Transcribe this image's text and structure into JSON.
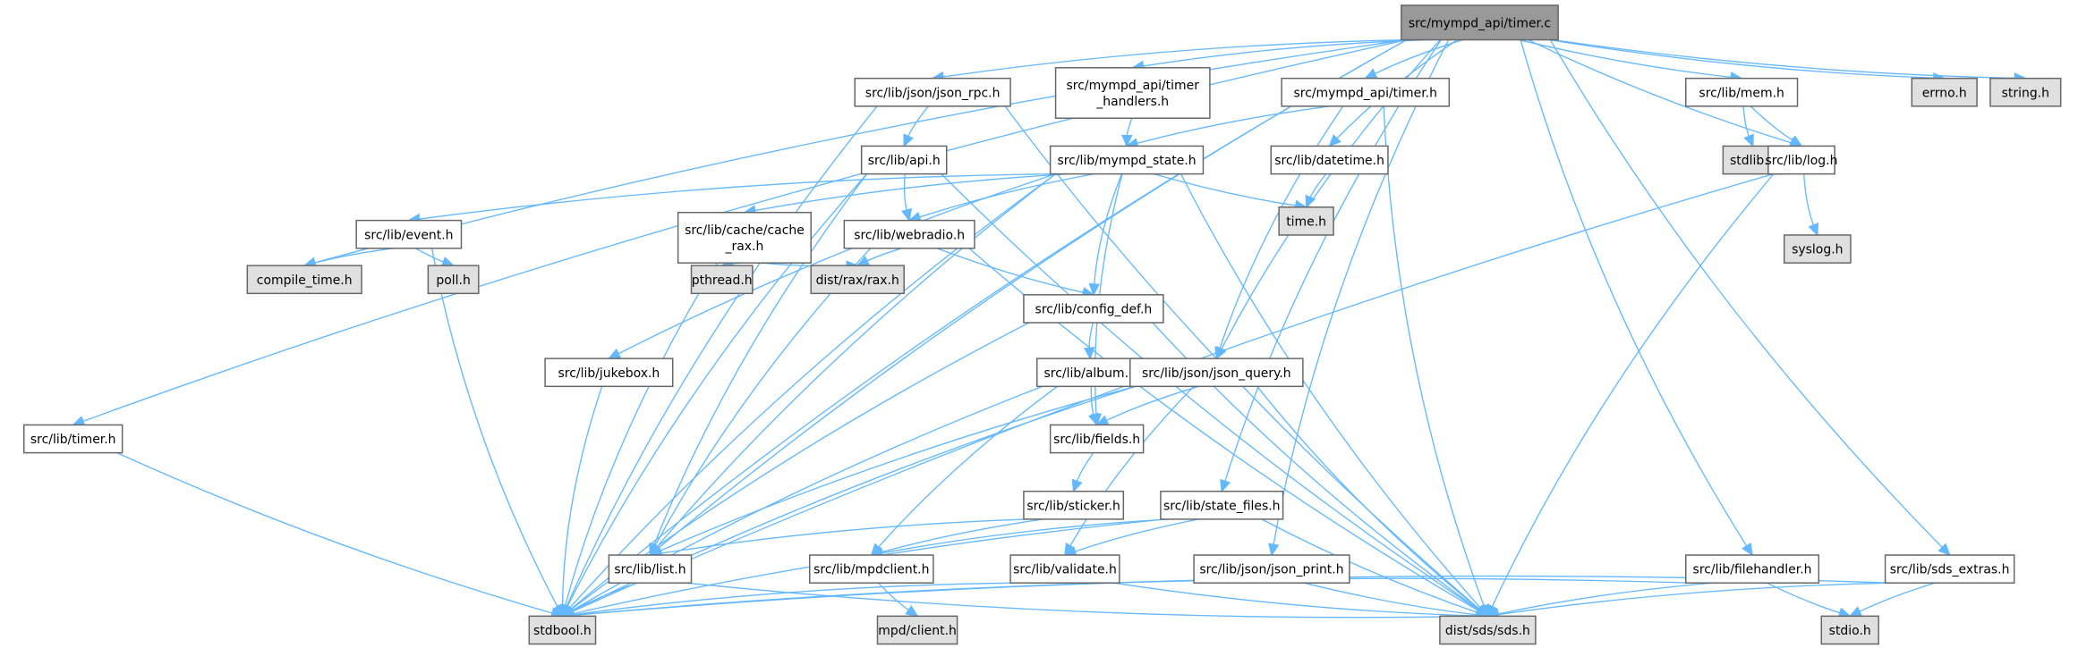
{
  "title": "src/mympd_api/timer.c",
  "colors": {
    "root_fill": "#999999",
    "internal_fill": "#ffffff",
    "system_fill": "#e0e0e0",
    "edge": "#63b8ff",
    "border": "#666666"
  },
  "nodes": [
    {
      "id": "timer_c",
      "label": "src/mympd_api/timer.c",
      "kind": "root"
    },
    {
      "id": "json_rpc",
      "label": "src/lib/json/json_rpc.h",
      "kind": "internal"
    },
    {
      "id": "timer_handlers",
      "label": "src/mympd_api/timer\n_handlers.h",
      "kind": "internal"
    },
    {
      "id": "timer_h",
      "label": "src/mympd_api/timer.h",
      "kind": "internal"
    },
    {
      "id": "mem",
      "label": "src/lib/mem.h",
      "kind": "internal"
    },
    {
      "id": "errno",
      "label": "errno.h",
      "kind": "system"
    },
    {
      "id": "string",
      "label": "string.h",
      "kind": "system"
    },
    {
      "id": "api",
      "label": "src/lib/api.h",
      "kind": "internal"
    },
    {
      "id": "mympd_state",
      "label": "src/lib/mympd_state.h",
      "kind": "internal"
    },
    {
      "id": "datetime",
      "label": "src/lib/datetime.h",
      "kind": "internal"
    },
    {
      "id": "stdlib",
      "label": "stdlib.h",
      "kind": "system"
    },
    {
      "id": "log",
      "label": "src/lib/log.h",
      "kind": "internal"
    },
    {
      "id": "event",
      "label": "src/lib/event.h",
      "kind": "internal"
    },
    {
      "id": "cache_rax",
      "label": "src/lib/cache/cache\n_rax.h",
      "kind": "internal"
    },
    {
      "id": "webradio",
      "label": "src/lib/webradio.h",
      "kind": "internal"
    },
    {
      "id": "time",
      "label": "time.h",
      "kind": "system"
    },
    {
      "id": "syslog",
      "label": "syslog.h",
      "kind": "system"
    },
    {
      "id": "compile_time",
      "label": "compile_time.h",
      "kind": "system"
    },
    {
      "id": "poll",
      "label": "poll.h",
      "kind": "system"
    },
    {
      "id": "pthread",
      "label": "pthread.h",
      "kind": "system"
    },
    {
      "id": "rax",
      "label": "dist/rax/rax.h",
      "kind": "system"
    },
    {
      "id": "config_def",
      "label": "src/lib/config_def.h",
      "kind": "internal"
    },
    {
      "id": "jukebox",
      "label": "src/lib/jukebox.h",
      "kind": "internal"
    },
    {
      "id": "album",
      "label": "src/lib/album.h",
      "kind": "internal"
    },
    {
      "id": "json_query",
      "label": "src/lib/json/json_query.h",
      "kind": "internal"
    },
    {
      "id": "lib_timer",
      "label": "src/lib/timer.h",
      "kind": "internal"
    },
    {
      "id": "fields",
      "label": "src/lib/fields.h",
      "kind": "internal"
    },
    {
      "id": "sticker",
      "label": "src/lib/sticker.h",
      "kind": "internal"
    },
    {
      "id": "state_files",
      "label": "src/lib/state_files.h",
      "kind": "internal"
    },
    {
      "id": "list",
      "label": "src/lib/list.h",
      "kind": "internal"
    },
    {
      "id": "mpdclient",
      "label": "src/lib/mpdclient.h",
      "kind": "internal"
    },
    {
      "id": "validate",
      "label": "src/lib/validate.h",
      "kind": "internal"
    },
    {
      "id": "json_print",
      "label": "src/lib/json/json_print.h",
      "kind": "internal"
    },
    {
      "id": "filehandler",
      "label": "src/lib/filehandler.h",
      "kind": "internal"
    },
    {
      "id": "sds_extras",
      "label": "src/lib/sds_extras.h",
      "kind": "internal"
    },
    {
      "id": "stdbool",
      "label": "stdbool.h",
      "kind": "system"
    },
    {
      "id": "mpd_client",
      "label": "mpd/client.h",
      "kind": "system"
    },
    {
      "id": "sds",
      "label": "dist/sds/sds.h",
      "kind": "system"
    },
    {
      "id": "stdio",
      "label": "stdio.h",
      "kind": "system"
    }
  ],
  "edges": [
    [
      "timer_c",
      "stdbool"
    ],
    [
      "timer_c",
      "lib_timer"
    ],
    [
      "timer_c",
      "compile_time"
    ],
    [
      "timer_c",
      "list"
    ],
    [
      "timer_c",
      "json_rpc"
    ],
    [
      "timer_c",
      "timer_handlers"
    ],
    [
      "timer_c",
      "datetime"
    ],
    [
      "timer_c",
      "timer_h"
    ],
    [
      "timer_c",
      "json_query"
    ],
    [
      "timer_c",
      "state_files"
    ],
    [
      "timer_c",
      "json_print"
    ],
    [
      "timer_c",
      "filehandler"
    ],
    [
      "timer_c",
      "mem"
    ],
    [
      "timer_c",
      "log"
    ],
    [
      "timer_c",
      "sds_extras"
    ],
    [
      "timer_c",
      "errno"
    ],
    [
      "timer_c",
      "string"
    ],
    [
      "json_rpc",
      "api"
    ],
    [
      "json_rpc",
      "stdbool"
    ],
    [
      "json_rpc",
      "sds"
    ],
    [
      "timer_handlers",
      "mympd_state"
    ],
    [
      "timer_h",
      "mympd_state"
    ],
    [
      "timer_h",
      "json_query"
    ],
    [
      "timer_h",
      "sds"
    ],
    [
      "mem",
      "stdlib"
    ],
    [
      "mem",
      "log"
    ],
    [
      "api",
      "webradio"
    ],
    [
      "api",
      "list"
    ],
    [
      "api",
      "stdbool"
    ],
    [
      "api",
      "sds"
    ],
    [
      "mympd_state",
      "event"
    ],
    [
      "mympd_state",
      "cache_rax"
    ],
    [
      "mympd_state",
      "webradio"
    ],
    [
      "mympd_state",
      "time"
    ],
    [
      "mympd_state",
      "config_def"
    ],
    [
      "mympd_state",
      "jukebox"
    ],
    [
      "mympd_state",
      "fields"
    ],
    [
      "mympd_state",
      "list"
    ],
    [
      "mympd_state",
      "sds"
    ],
    [
      "mympd_state",
      "stdbool"
    ],
    [
      "datetime",
      "time"
    ],
    [
      "log",
      "syslog"
    ],
    [
      "log",
      "sds"
    ],
    [
      "log",
      "stdbool"
    ],
    [
      "event",
      "compile_time"
    ],
    [
      "event",
      "poll"
    ],
    [
      "event",
      "stdbool"
    ],
    [
      "cache_rax",
      "pthread"
    ],
    [
      "cache_rax",
      "rax"
    ],
    [
      "cache_rax",
      "stdbool"
    ],
    [
      "webradio",
      "rax"
    ],
    [
      "webradio",
      "config_def"
    ],
    [
      "webradio",
      "list"
    ],
    [
      "webradio",
      "sds"
    ],
    [
      "config_def",
      "album"
    ],
    [
      "config_def",
      "stdbool"
    ],
    [
      "config_def",
      "sds"
    ],
    [
      "jukebox",
      "stdbool"
    ],
    [
      "album",
      "fields"
    ],
    [
      "album",
      "mpdclient"
    ],
    [
      "album",
      "stdbool"
    ],
    [
      "json_query",
      "fields"
    ],
    [
      "json_query",
      "list"
    ],
    [
      "json_query",
      "validate"
    ],
    [
      "json_query",
      "stdbool"
    ],
    [
      "json_query",
      "sds"
    ],
    [
      "lib_timer",
      "stdbool"
    ],
    [
      "fields",
      "sticker"
    ],
    [
      "sticker",
      "list"
    ],
    [
      "sticker",
      "mpdclient"
    ],
    [
      "state_files",
      "mpdclient"
    ],
    [
      "state_files",
      "validate"
    ],
    [
      "state_files",
      "stdbool"
    ],
    [
      "state_files",
      "sds"
    ],
    [
      "list",
      "stdbool"
    ],
    [
      "list",
      "sds"
    ],
    [
      "mpdclient",
      "mpd_client"
    ],
    [
      "validate",
      "stdbool"
    ],
    [
      "validate",
      "sds"
    ],
    [
      "json_print",
      "sds"
    ],
    [
      "filehandler",
      "stdio"
    ],
    [
      "filehandler",
      "sds"
    ],
    [
      "filehandler",
      "stdbool"
    ],
    [
      "sds_extras",
      "stdio"
    ],
    [
      "sds_extras",
      "sds"
    ],
    [
      "sds_extras",
      "stdbool"
    ]
  ]
}
